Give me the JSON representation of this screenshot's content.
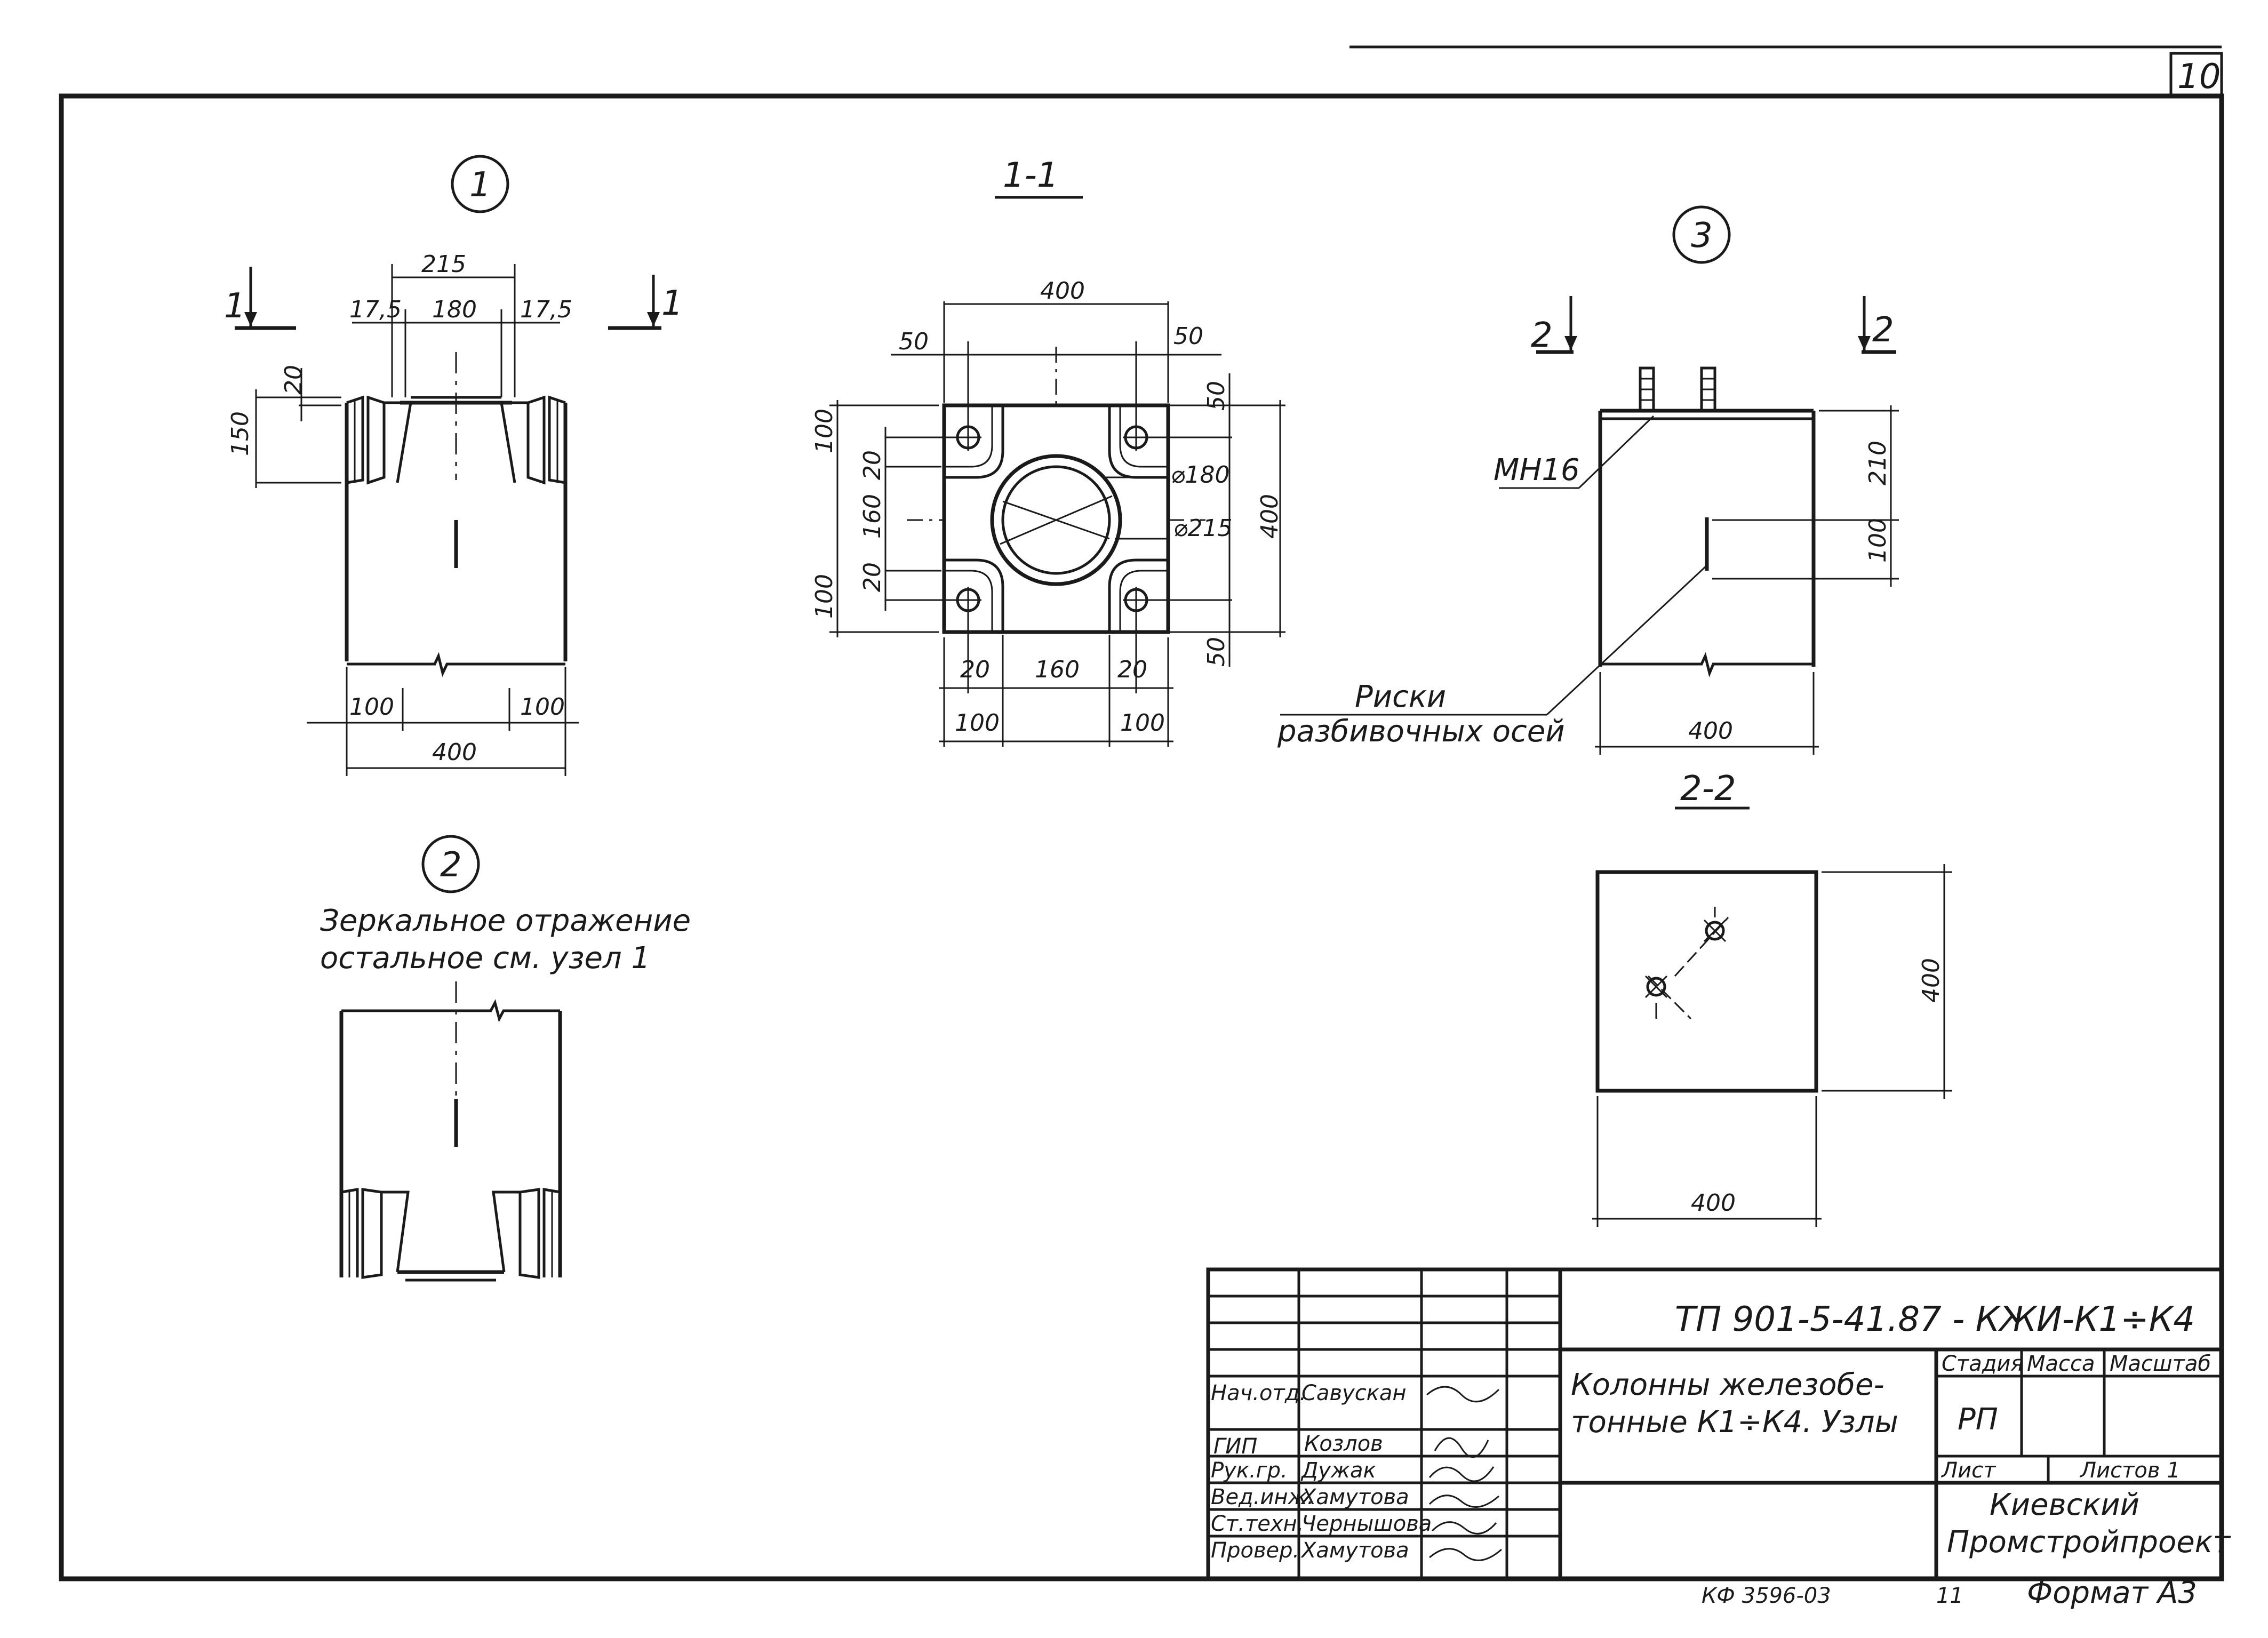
{
  "sheet_number": "10",
  "nodes": {
    "n1": "1",
    "n2": "2",
    "n3": "3"
  },
  "sections": {
    "s11": "1-1",
    "s22": "2-2",
    "cut1": "1",
    "cut2": "2"
  },
  "dims_n1": {
    "top": "215",
    "left_ins": "17,5",
    "mid": "180",
    "right_ins": "17,5",
    "h20": "20",
    "h150": "150",
    "b100a": "100",
    "b100b": "100",
    "b400": "400"
  },
  "dims_s11": {
    "top400": "400",
    "l50": "50",
    "r50": "50",
    "r50b": "50",
    "r50c": "50",
    "l100a": "100",
    "l20a": "20",
    "l160": "160",
    "l20b": "20",
    "l100b": "100",
    "d180": "⌀180",
    "d215": "⌀215",
    "r400": "400",
    "b20a": "20",
    "b160": "160",
    "b20b": "20",
    "b100a": "100",
    "b100b": "100"
  },
  "dims_n3": {
    "h210": "210",
    "h100": "100",
    "b400": "400",
    "mn": "МН16",
    "note1": "Риски",
    "note2": "разбивочных   осей"
  },
  "dims_s22": {
    "r400": "400",
    "b400": "400"
  },
  "node2_note": {
    "line1": "Зеркальное    отражение",
    "line2": "остальное    см.  узел 1"
  },
  "title_block": {
    "code": "ТП  901-5-41.87 - КЖИ-К1÷К4",
    "desc1": "Колонны    железобе-",
    "desc2": "тонные К1÷К4.  Узлы",
    "stage_h": "Стадия",
    "mass_h": "Масса",
    "scale_h": "Масштаб",
    "stage": "РП",
    "sheet": "Лист",
    "sheets": "Листов 1",
    "org1": "Киевский",
    "org2": "Промстройпроект",
    "roles": [
      "Нач.отд.",
      "ГИП",
      "Рук.гр.",
      "Вед.инж.",
      "Ст.техн.",
      "Провер."
    ],
    "names": [
      "Савускан",
      "Козлов",
      "Дужак",
      "Хамутова",
      "Чернышова",
      "Хамутова"
    ],
    "bottom_code": "КФ 3596-03",
    "bottom_n": "11",
    "format": "Формат  А3"
  }
}
